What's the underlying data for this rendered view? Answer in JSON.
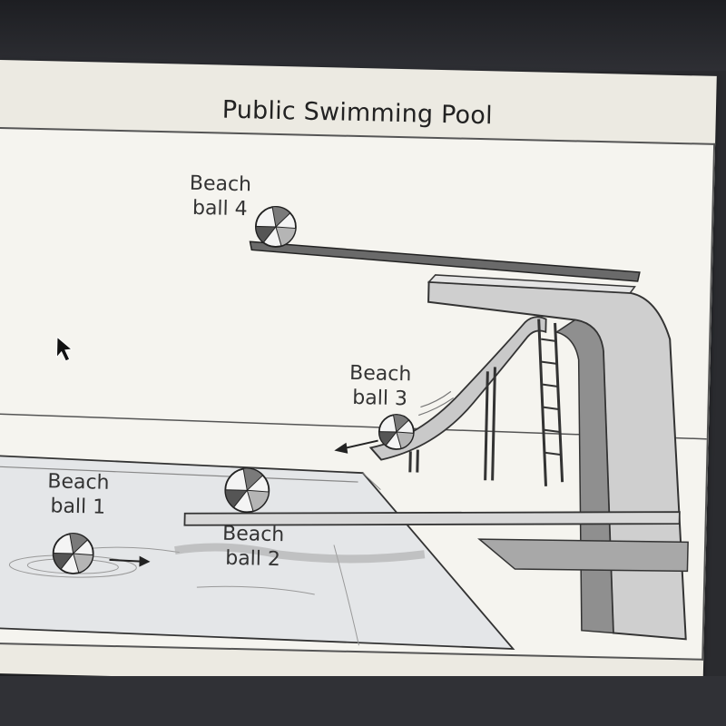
{
  "figure": {
    "title": "Public Swimming Pool",
    "labels": {
      "ball1": [
        "Beach",
        "ball 1"
      ],
      "ball2": [
        "Beach",
        "ball 2"
      ],
      "ball3": [
        "Beach",
        "ball 3"
      ],
      "ball4": [
        "Beach",
        "ball 4"
      ]
    }
  },
  "colors": {
    "paper": "#eceae2",
    "line": "#333333",
    "structure_fill": "#cfcfcf",
    "structure_dark": "#8a8a8a",
    "water": "#e4e6e8"
  },
  "icons": {
    "cursor": "mouse-pointer-arrow"
  }
}
